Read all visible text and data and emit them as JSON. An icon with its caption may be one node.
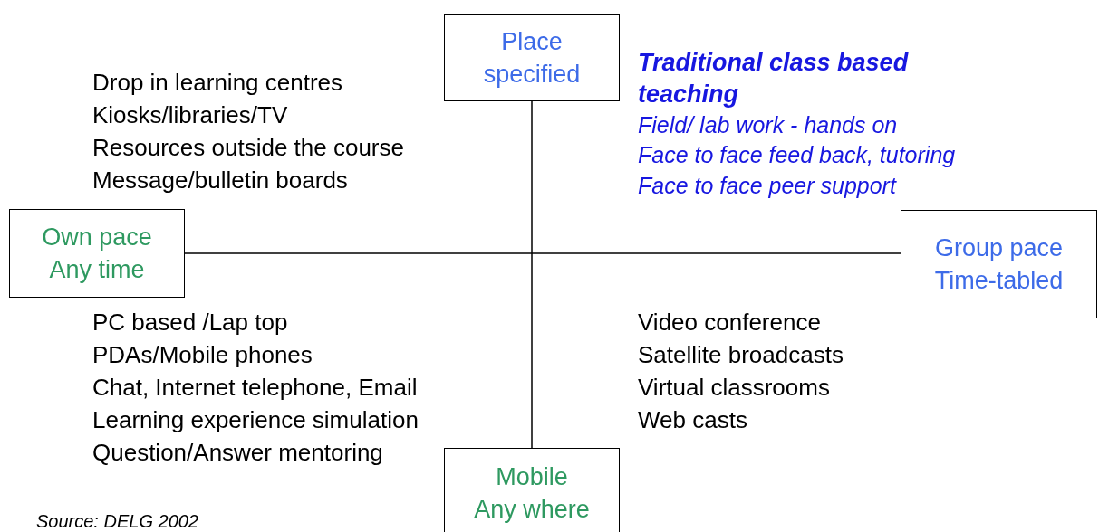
{
  "diagram": {
    "nodes": [
      {
        "text": [
          "Place",
          "specified"
        ]
      },
      {
        "text": [
          "Own pace",
          "Any time"
        ]
      },
      {
        "text": [
          "Group pace",
          "Time-tabled"
        ]
      },
      {
        "text": [
          "Mobile",
          "Any where"
        ]
      }
    ],
    "edges": [
      {
        "from": 1,
        "to": 2,
        "arrow": "none"
      },
      {
        "from": 0,
        "to": 3,
        "arrow": "none"
      }
    ],
    "labels": [
      "Drop in learning centres",
      "Kiosks/libraries/TV",
      "Resources outside the course",
      "Message/bulletin boards",
      "Traditional class based teaching",
      "Field/ lab work - hands on",
      "Face to face feed back, tutoring",
      "Face to face peer support",
      "PC based /Lap top",
      "PDAs/Mobile phones",
      "Chat, Internet telephone, Email",
      "Learning experience simulation",
      "Question/Answer mentoring",
      "Video conference",
      "Satellite broadcasts",
      "Virtual classrooms",
      "Web casts",
      "Source: DELG 2002"
    ]
  }
}
